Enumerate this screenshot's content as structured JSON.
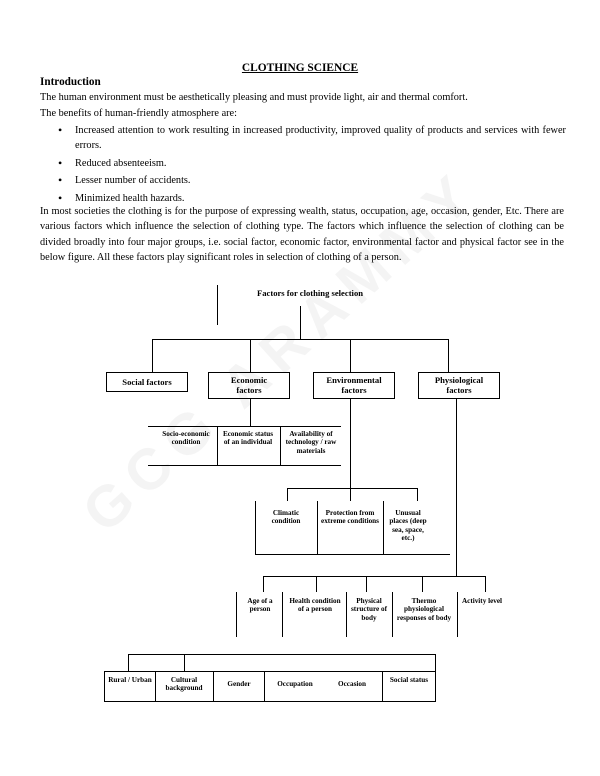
{
  "watermark": "GCG ARAMMY",
  "title": "CLOTHING SCIENCE",
  "introduction_heading": "Introduction",
  "intro_line_1": "The human environment must be aesthetically pleasing and must provide light, air and thermal comfort.",
  "intro_line_2": "The benefits of human-friendly atmosphere are:",
  "benefits": [
    "Increased attention to work resulting in increased productivity, improved quality of products and services with fewer errors.",
    "Reduced absenteeism.",
    "Lesser number of accidents.",
    "Minimized health hazards."
  ],
  "paragraph": "In most societies the clothing is for the purpose of expressing wealth, status, occupation, age, occasion, gender, Etc. There are various factors which influence the selection of clothing type. The factors which influence the selection of clothing can be divided broadly into four major groups, i.e. social factor, economic factor, environmental factor and physical factor see in the below figure. All these factors play significant roles in selection of clothing of a person.",
  "diagram": {
    "title": "Factors for clothing selection",
    "groups": {
      "social": "Social factors",
      "economic": "Economic factors",
      "environmental": "Environmental factors",
      "physiological": "Physiological factors"
    },
    "economic_items": [
      "Socio-economic condition",
      "Economic status of an individual",
      "Availability of technology / raw materials"
    ],
    "environmental_items": [
      "Climatic condition",
      "Protection from extreme conditions",
      "Unusual places (deep sea, space, etc.)"
    ],
    "physiological_items": [
      "Age of a person",
      "Health condition of a person",
      "Physical structure of body",
      "Thermo physiological responses of body",
      "Activity level"
    ],
    "social_items": [
      "Rural / Urban",
      "Cultural background",
      "Gender",
      "Occupation",
      "Occasion",
      "Social status"
    ]
  }
}
